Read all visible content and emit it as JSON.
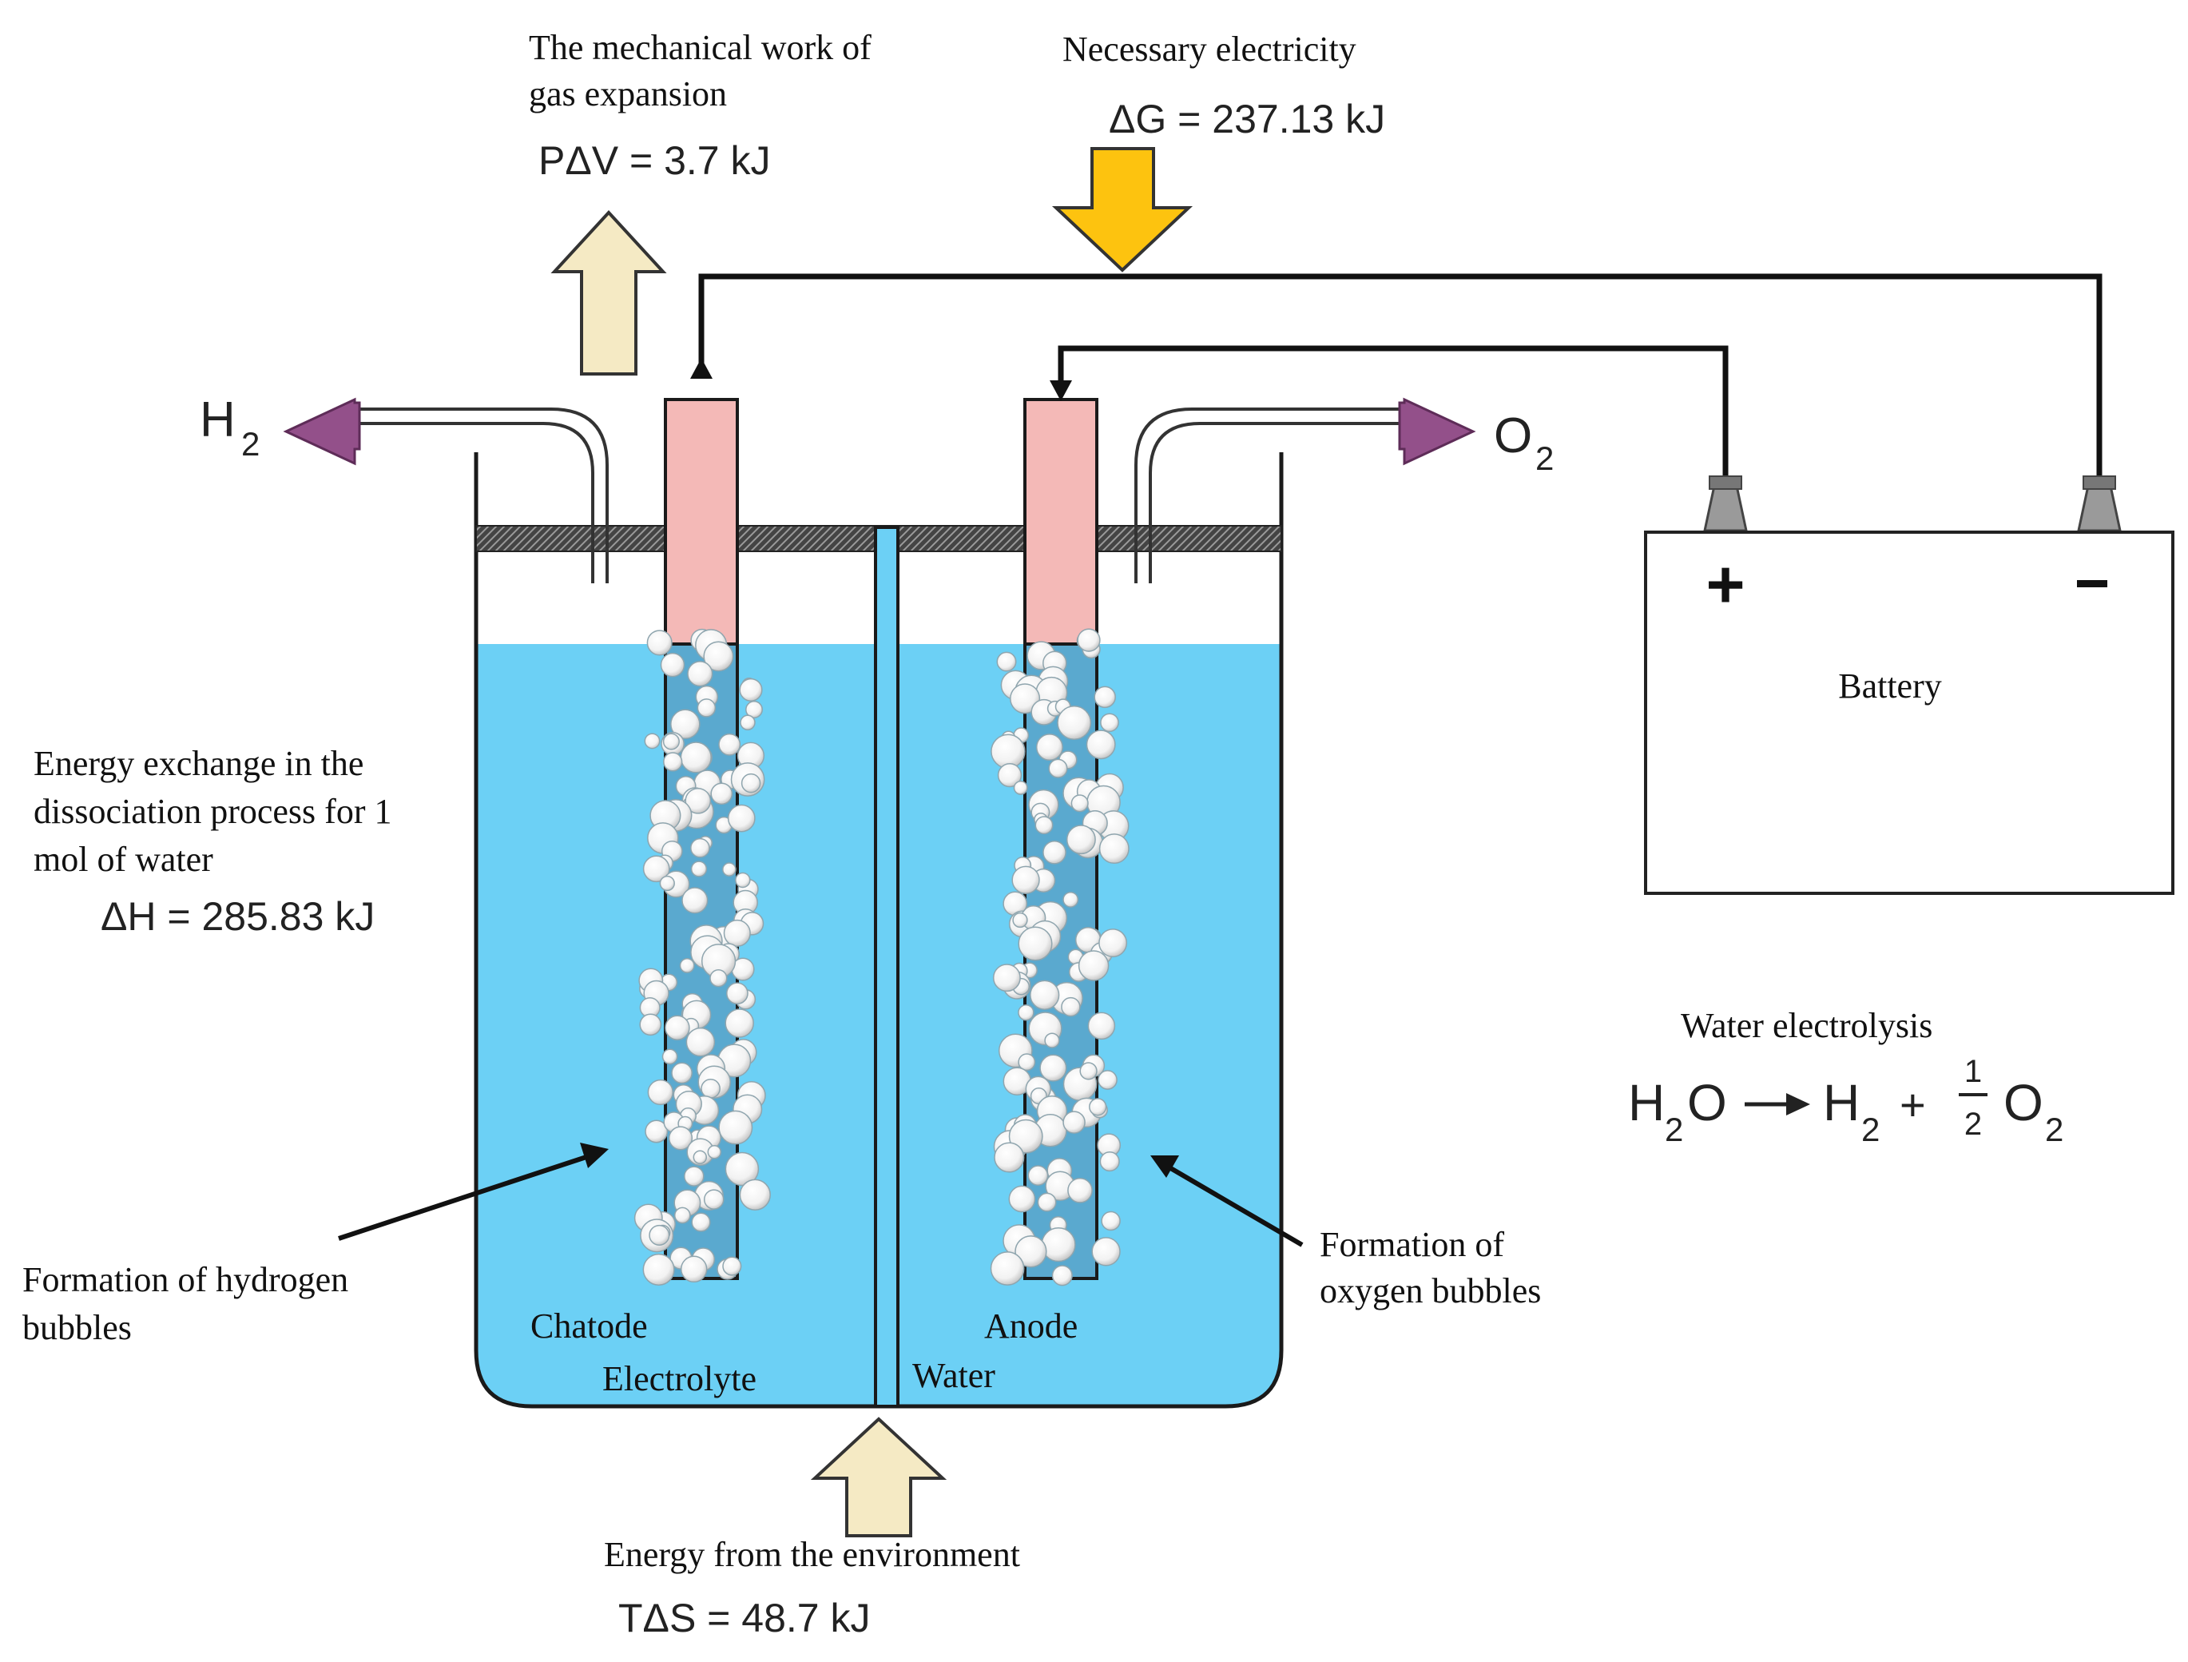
{
  "labels": {
    "mech_work_line1": "The mechanical work of",
    "mech_work_line2": "gas expansion",
    "mech_work_value": "PΔV = 3.7 kJ",
    "electricity_title": "Necessary electricity",
    "electricity_value": "ΔG = 237.13 kJ",
    "energy_exchange_line1": "Energy exchange in the",
    "energy_exchange_line2": "dissociation process for 1",
    "energy_exchange_line3": "mol of water",
    "energy_exchange_value": "ΔH = 285.83 kJ",
    "hydrogen_line1": "Formation of hydrogen",
    "hydrogen_line2": "bubbles",
    "oxygen_line1": "Formation of",
    "oxygen_line2": "oxygen bubbles",
    "cathode": "Chatode",
    "anode": "Anode",
    "electrolyte": "Electrolyte",
    "water": "Water",
    "environment_title": "Energy from the environment",
    "environment_value": "TΔS = 48.7 kJ",
    "battery": "Battery",
    "battery_plus": "+",
    "battery_minus": "-",
    "h2_gas": "H",
    "h2_sub": "2",
    "o2_gas": "O",
    "o2_sub": "2",
    "reaction_title": "Water electrolysis"
  },
  "equation": {
    "reactant": "H",
    "reactant_sub": "2",
    "reactant_tail": "O",
    "product1": "H",
    "product1_sub": "2",
    "plus": "+",
    "frac_num": "1",
    "frac_den": "2",
    "product2": "O",
    "product2_sub": "2"
  },
  "colors": {
    "electrolyte": "#6cd0f5",
    "electrode": "#f4b9b7",
    "work_arrow": "#f5eac4",
    "electricity_arrow": "#fdc30f",
    "gas_arrow": "#93508a",
    "terminal": "#9a9a9a"
  }
}
